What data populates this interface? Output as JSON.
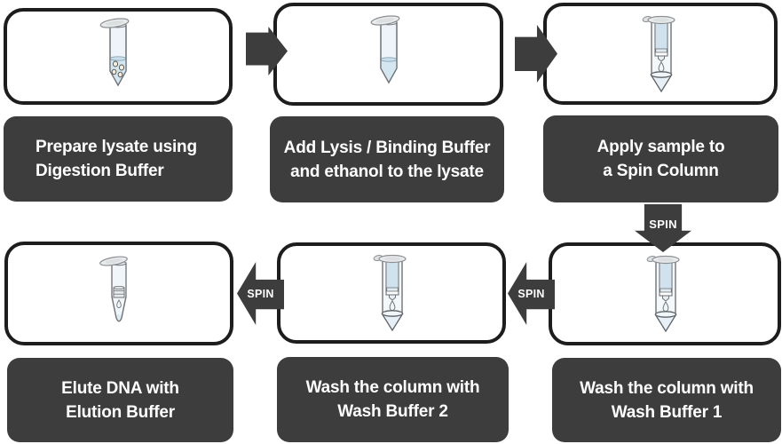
{
  "diagram_type": "flowchart",
  "subject": "spin-column DNA purification workflow",
  "steps": [
    {
      "step": 1,
      "icon": "microtube-with-lysate-particles-icon",
      "lines": [
        "Prepare lysate using",
        "Digestion Buffer"
      ]
    },
    {
      "step": 2,
      "icon": "microtube-with-liquid-icon",
      "lines": [
        "Add Lysis / Binding Buffer",
        "and ethanol to the lysate"
      ]
    },
    {
      "step": 3,
      "icon": "spin-column-dripping-icon",
      "lines": [
        "Apply sample to",
        "a Spin Column"
      ]
    },
    {
      "step": 4,
      "icon": "spin-column-dripping-icon",
      "lines": [
        "Wash the column with",
        "Wash Buffer 1"
      ]
    },
    {
      "step": 5,
      "icon": "spin-column-dripping-icon",
      "lines": [
        "Wash the column with",
        "Wash Buffer 2"
      ]
    },
    {
      "step": 6,
      "icon": "elution-microtube-dripping-icon",
      "lines": [
        "Elute DNA with",
        "Elution Buffer"
      ]
    }
  ],
  "arrows": [
    {
      "from": 1,
      "to": 2,
      "direction": "right",
      "label": ""
    },
    {
      "from": 2,
      "to": 3,
      "direction": "right",
      "label": ""
    },
    {
      "from": 3,
      "to": 4,
      "direction": "down",
      "label": "SPIN"
    },
    {
      "from": 4,
      "to": 5,
      "direction": "left",
      "label": "SPIN"
    },
    {
      "from": 5,
      "to": 6,
      "direction": "left",
      "label": "SPIN"
    }
  ],
  "colors": {
    "background": "#ffffff",
    "box_border": "#1d1d1d",
    "label_background": "#3d3d3d",
    "label_text": "#ffffff",
    "arrow_fill": "#3d3d3d",
    "tube_liquid": "#d4e6ef",
    "tube_body": "#eef4f9",
    "tube_outline": "#6f7377",
    "cap_fill": "#e9ebec"
  }
}
